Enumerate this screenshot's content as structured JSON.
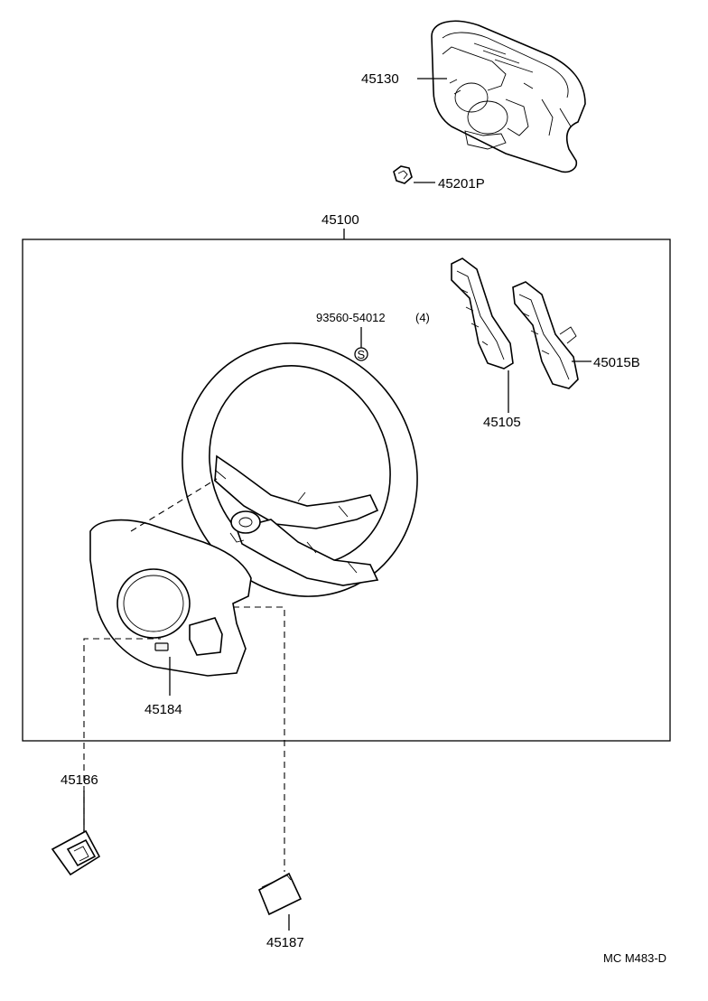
{
  "labels": {
    "p45130": "45130",
    "p45201p": "45201P",
    "p45100": "45100",
    "p93560": "93560-54012",
    "p93560_qty": "(4)",
    "s_symbol": "S",
    "p45105": "45105",
    "p45015b": "45015B",
    "p45184": "45184",
    "p45186": "45186",
    "p45187": "45187"
  },
  "footer": {
    "code": "MC M483-D"
  }
}
